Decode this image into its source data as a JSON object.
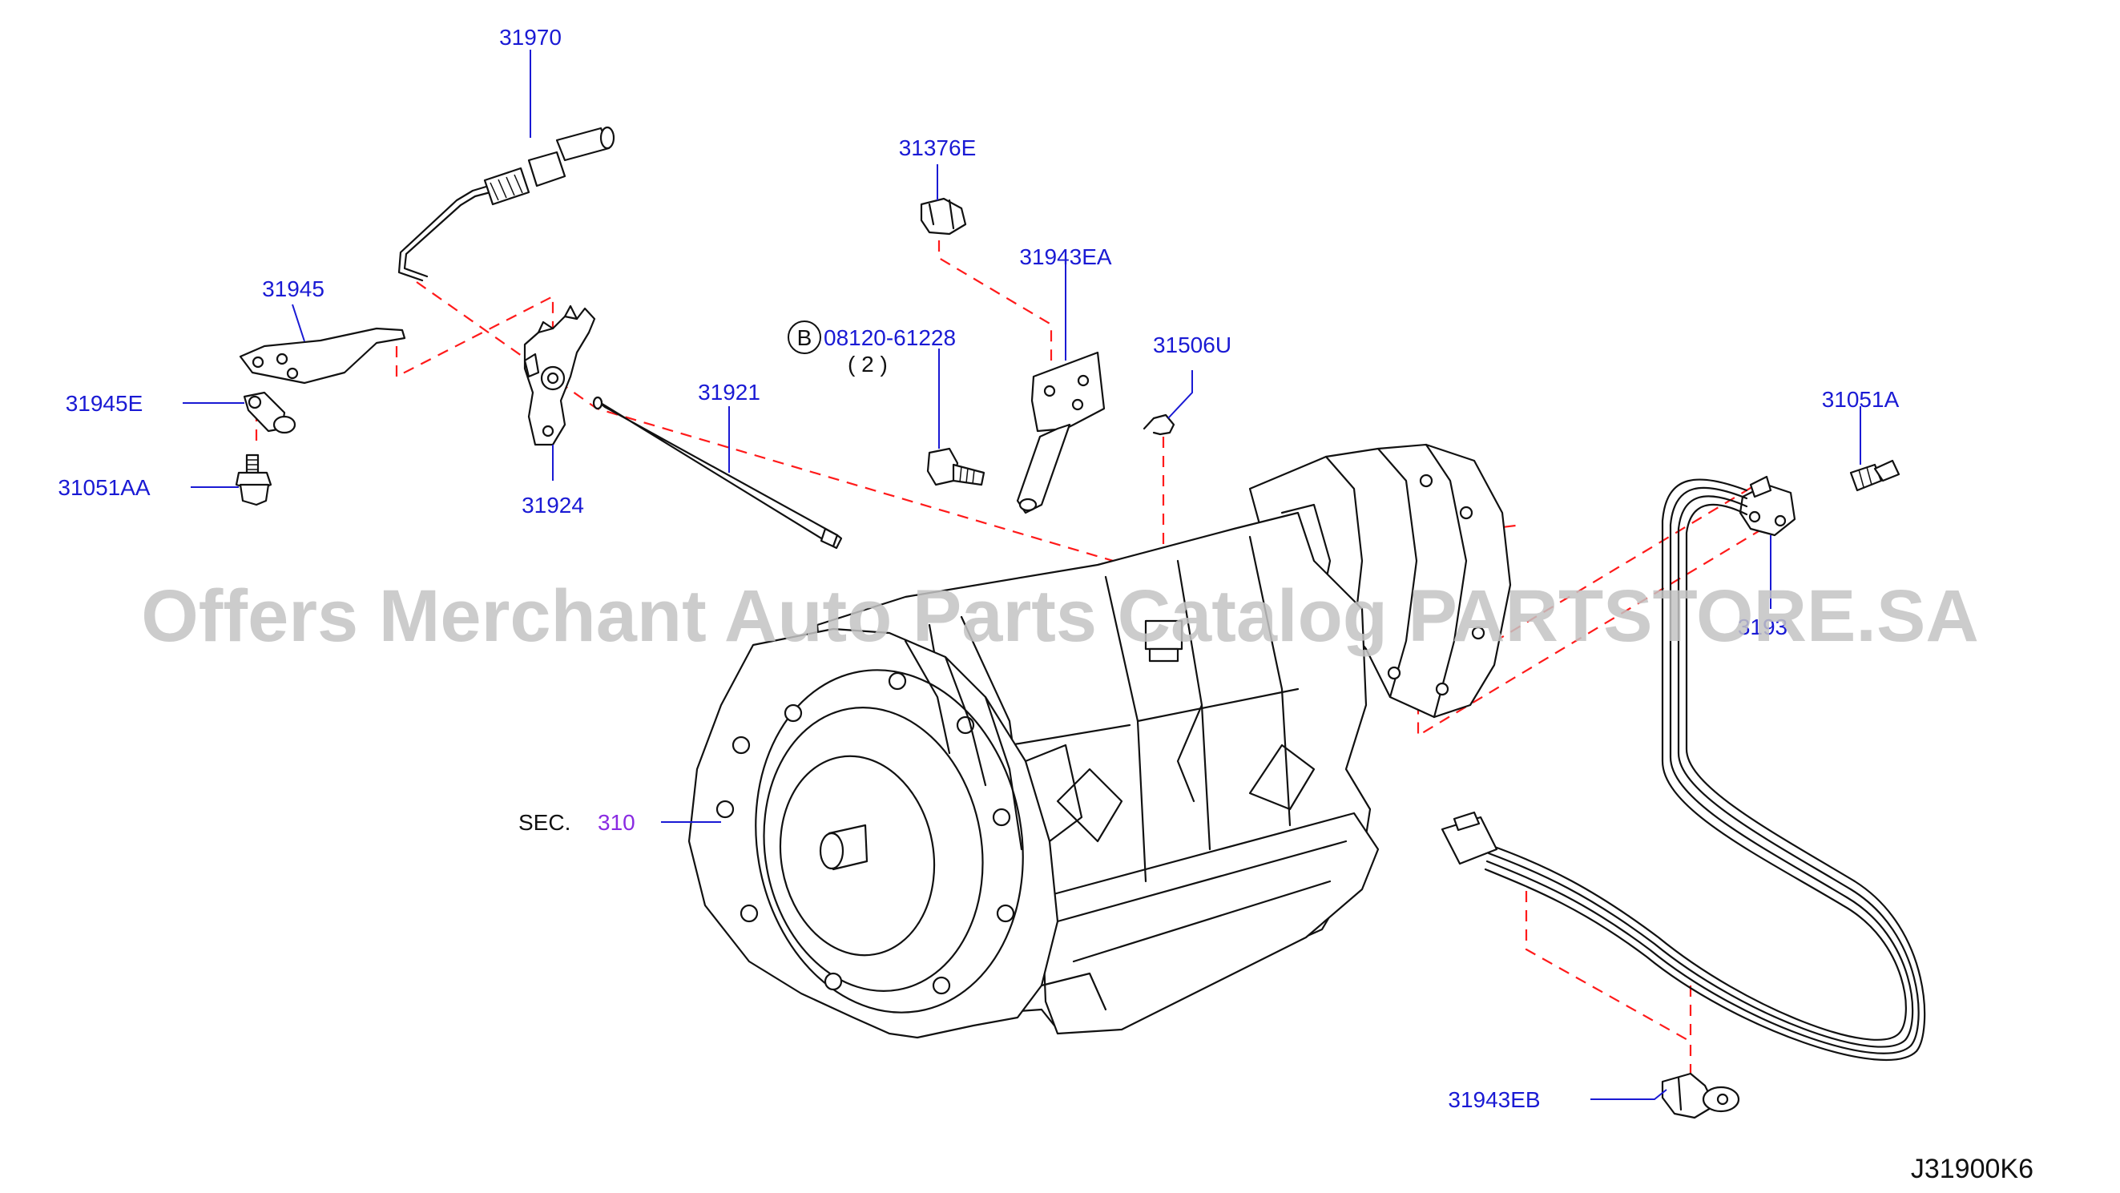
{
  "colors": {
    "label": "#1a1ad4",
    "section_link": "#8a2be2",
    "dashed_guide": "#ff1a1a",
    "ink": "#111111",
    "watermark": "#c4c4c4"
  },
  "labels": {
    "p31970": "31970",
    "p31945": "31945",
    "p31945E": "31945E",
    "p31051AA": "31051AA",
    "p31924": "31924",
    "p31921": "31921",
    "p31376E": "31376E",
    "p31943EA": "31943EA",
    "p08120": "08120-61228",
    "p08120_qty": "( 2 )",
    "p31506U": "31506U",
    "p31051A": "31051A",
    "p31943EB": "31943EB",
    "p31939_partial": "3193",
    "b_marker": "B"
  },
  "section": {
    "prefix": "SEC.",
    "number": "310"
  },
  "diagram_code": "J31900K6",
  "watermark": "Offers Merchant Auto Parts Catalog PARTSTORE.SA"
}
